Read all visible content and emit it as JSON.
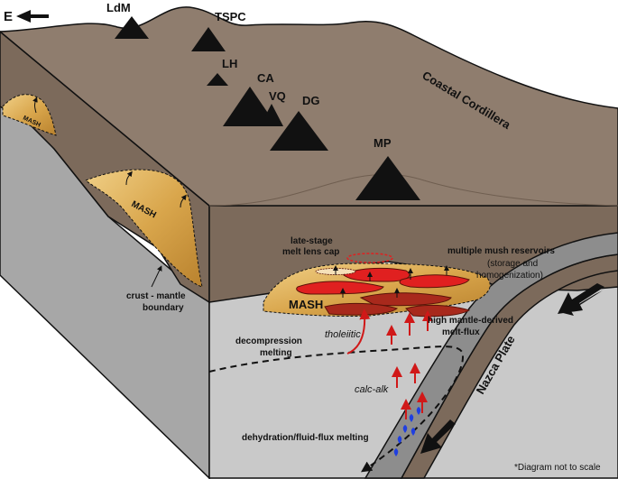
{
  "direction": {
    "label": "E"
  },
  "volcanoes": [
    {
      "id": "ldm",
      "label": "LdM"
    },
    {
      "id": "tspc",
      "label": "TSPC"
    },
    {
      "id": "lh",
      "label": "LH"
    },
    {
      "id": "ca",
      "label": "CA"
    },
    {
      "id": "vq",
      "label": "VQ"
    },
    {
      "id": "dg",
      "label": "DG"
    },
    {
      "id": "mp",
      "label": "MP"
    }
  ],
  "regions": {
    "coastal_cordillera": "Coastal Cordillera",
    "nazca_plate": "Nazca Plate"
  },
  "labels": {
    "mash_small": "MASH",
    "mash_mid": "MASH",
    "mash_main": "MASH",
    "crust_mantle_line1": "crust - mantle",
    "crust_mantle_line2": "boundary",
    "late_stage_line1": "late-stage",
    "late_stage_line2": "melt lens cap",
    "mush_line1": "multiple mush reservoirs",
    "mush_line2": "(storage and",
    "mush_line3": "homogenization)",
    "flux_line1": "high mantle-derived",
    "flux_line2": "melt-flux",
    "decompression_line1": "decompression",
    "decompression_line2": "melting",
    "tholeiitic": "tholeiitic",
    "calc_alk": "calc-alk",
    "dehydration": "dehydration/fluid-flux melting",
    "note": "*Diagram not to scale"
  },
  "colors": {
    "crust_top": "#8f7d6e",
    "crust_side": "#7c6a5b",
    "mantle": "#c8c8c8",
    "mantle_dark": "#a6a6a6",
    "mash": "#d4a24c",
    "melt_red": "#e02020",
    "melt_dark": "#a8291c",
    "arrow_red": "#d01818",
    "fluid_blue": "#1f3fe0",
    "nazca": "#8d8d8d",
    "nazca_crust": "#7c6a5b"
  }
}
